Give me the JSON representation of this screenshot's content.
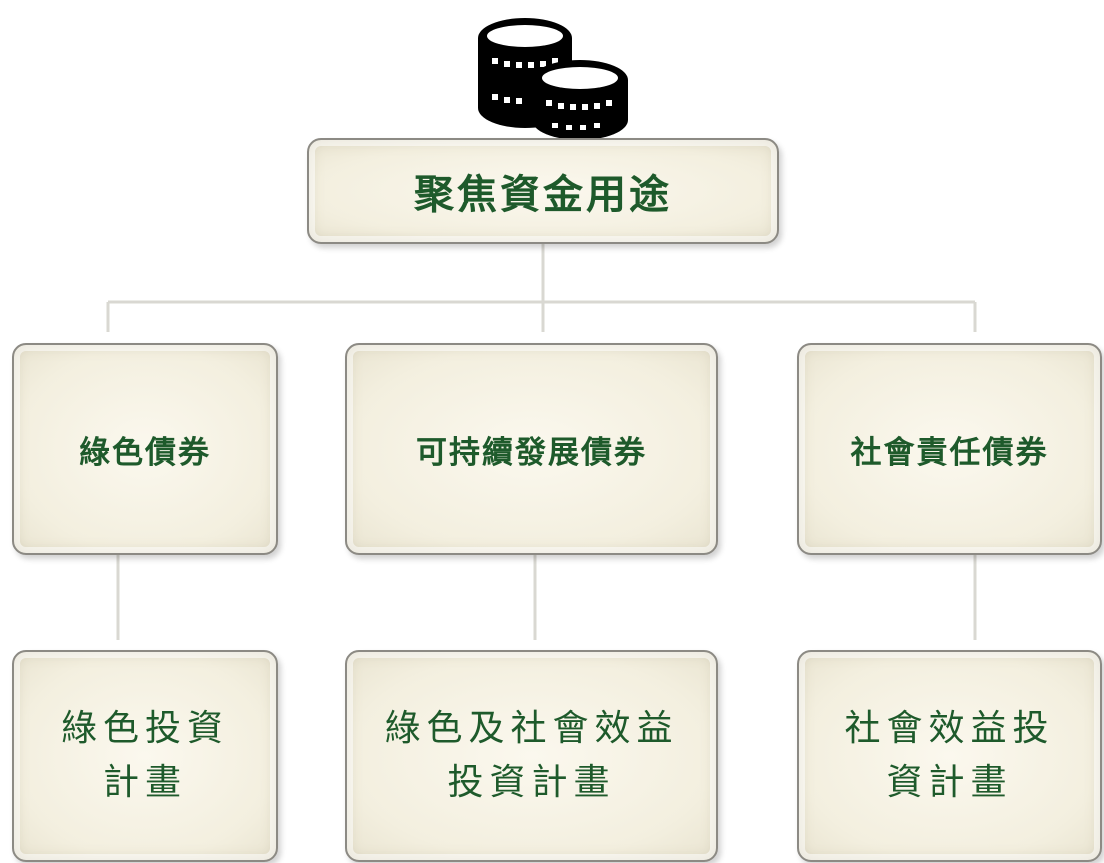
{
  "root": {
    "label": "聚焦資金用途",
    "icon": "coins-icon"
  },
  "categories": [
    {
      "label": "綠色債券",
      "child": {
        "line1": "綠色投資",
        "line2": "計畫"
      }
    },
    {
      "label": "可持續發展債券",
      "child": {
        "line1": "綠色及社會效益",
        "line2": "投資計畫"
      }
    },
    {
      "label": "社會責任債券",
      "child": {
        "line1": "社會效益投",
        "line2": "資計畫"
      }
    }
  ],
  "colors": {
    "text": "#1e5a2b",
    "connector": "#d9d8d2",
    "box_fill": "#f6f2e4",
    "box_border": "#8c8a84"
  }
}
